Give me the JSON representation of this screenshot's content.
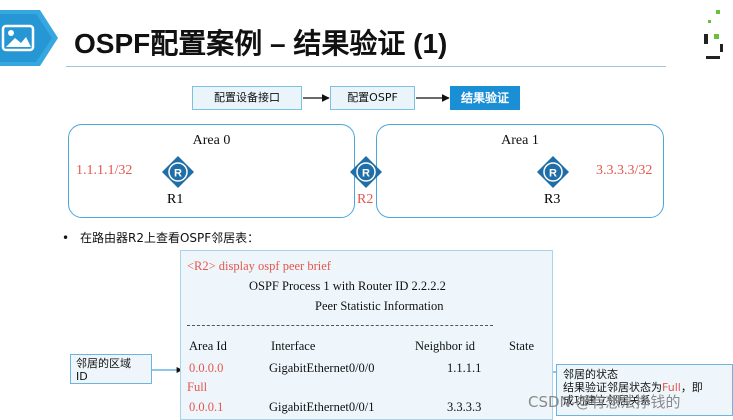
{
  "header": {
    "title": "OSPF配置案例 – 结果验证 (1)"
  },
  "flow": {
    "steps": [
      "配置设备接口",
      "配置OSPF",
      "结果验证"
    ]
  },
  "topology": {
    "areas": [
      "Area 0",
      "Area 1"
    ],
    "routers": [
      "R1",
      "R2",
      "R3"
    ],
    "ips": [
      "1.1.1.1/32",
      "3.3.3.3/32"
    ]
  },
  "bullet": "在路由器R2上查看OSPF邻居表：",
  "output": {
    "command": "<R2> display ospf peer brief",
    "process_line": "OSPF Process 1 with Router ID 2.2.2.2",
    "stat_line": "Peer Statistic Information",
    "columns": [
      "Area Id",
      "Interface",
      "Neighbor id",
      "State"
    ],
    "rows": [
      {
        "area": "0.0.0.0",
        "interface": "GigabitEthernet0/0/0",
        "neighbor": "1.1.1.1",
        "state": "Full"
      },
      {
        "area": "0.0.0.1",
        "interface": "GigabitEthernet0/0/1",
        "neighbor": "3.3.3.3",
        "state": ""
      }
    ]
  },
  "callouts": {
    "area_id": {
      "line1": "邻居的区域",
      "line2": "ID"
    },
    "state": {
      "line1": "邻居的状态",
      "line2_prefix": "结果验证邻居状态为",
      "line2_highlight": "Full",
      "line2_suffix": "，即",
      "line3": "成功建立邻居关系"
    }
  },
  "watermark": "CSDN @有想法挣钱的",
  "colors": {
    "accent": "#1a8fd5",
    "highlight": "#e4574d",
    "router": "#1f6ea8"
  }
}
